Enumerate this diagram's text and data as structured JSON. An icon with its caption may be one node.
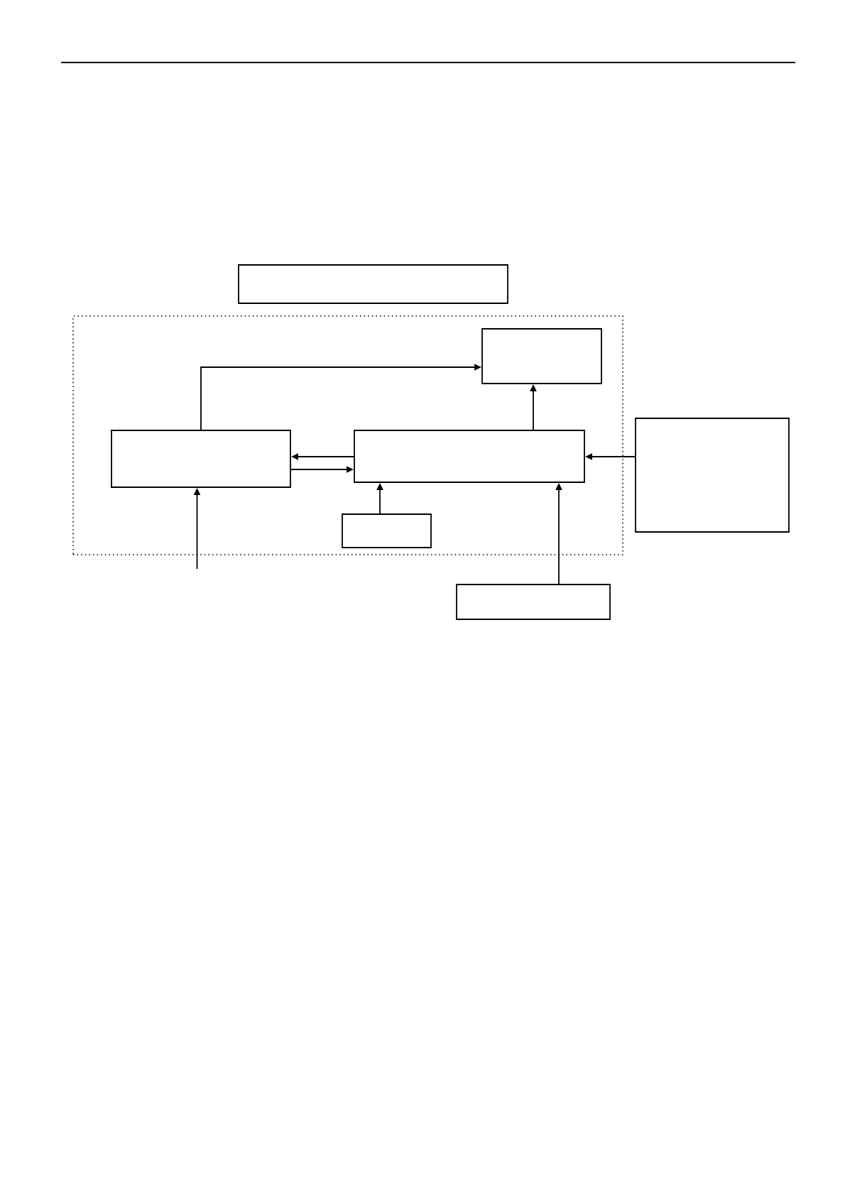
{
  "diagram": {
    "nodes": [
      {
        "text": [],
        "shape": "box"
      },
      {
        "text": [],
        "shape": "box"
      },
      {
        "text": [],
        "shape": "box",
        "in": 1
      },
      {
        "text": [],
        "shape": "box",
        "in": 1
      },
      {
        "text": [],
        "shape": "box",
        "in": 1
      },
      {
        "text": [],
        "shape": "box"
      },
      {
        "text": [],
        "shape": "box",
        "in": 1
      },
      {
        "text": [],
        "shape": "box"
      }
    ],
    "edges": [
      {
        "from": 3,
        "to": 2,
        "arrow": "to"
      },
      {
        "from": 4,
        "to": 2,
        "arrow": "to"
      },
      {
        "from": 4,
        "to": 3,
        "arrow": "to"
      },
      {
        "from": 3,
        "to": 4,
        "arrow": "to"
      },
      {
        "from": 6,
        "to": 4,
        "arrow": "to"
      },
      {
        "from": null,
        "to": 3,
        "arrow": "to"
      },
      {
        "from": 5,
        "to": 4,
        "arrow": "to"
      },
      {
        "from": 7,
        "to": 4,
        "arrow": "to"
      }
    ]
  }
}
